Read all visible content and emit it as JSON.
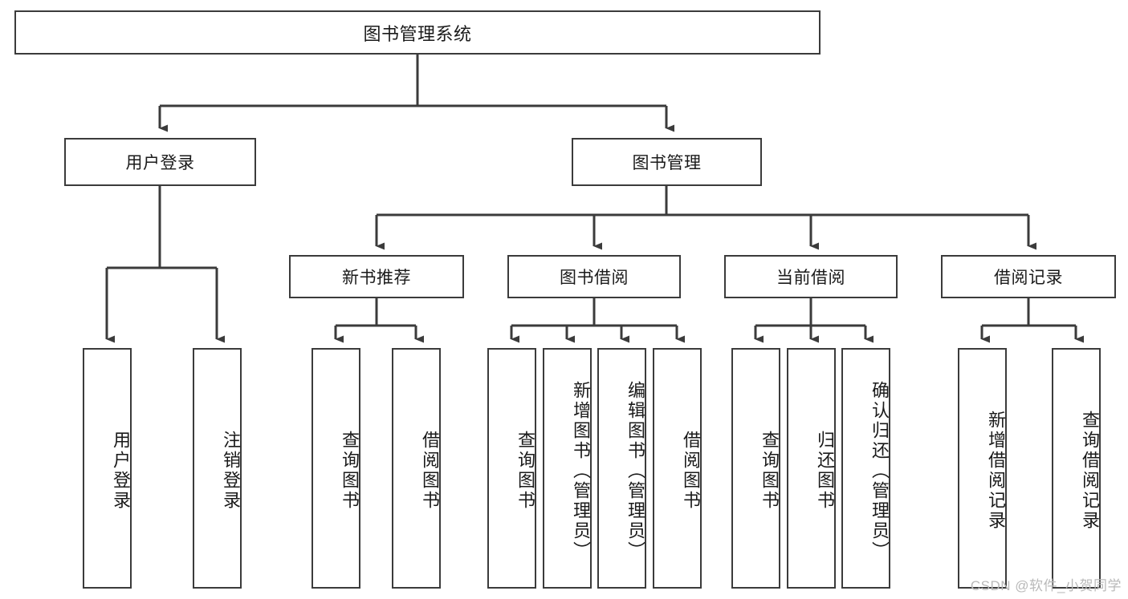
{
  "diagram": {
    "title": "图书管理系统",
    "root": {
      "label": "图书管理系统"
    },
    "level2": [
      {
        "label": "用户登录"
      },
      {
        "label": "图书管理"
      }
    ],
    "level3": [
      {
        "label": "新书推荐"
      },
      {
        "label": "图书借阅"
      },
      {
        "label": "当前借阅"
      },
      {
        "label": "借阅记录"
      }
    ],
    "leaves": {
      "user_login": [
        {
          "label": "用户登录"
        },
        {
          "label": "注销登录"
        }
      ],
      "new_book_recommend": [
        {
          "label": "查询图书"
        },
        {
          "label": "借阅图书"
        }
      ],
      "book_borrow": [
        {
          "label": "查询图书"
        },
        {
          "label": "新增图书（管理员）"
        },
        {
          "label": "编辑图书（管理员）"
        },
        {
          "label": "借阅图书"
        }
      ],
      "current_borrow": [
        {
          "label": "查询图书"
        },
        {
          "label": "归还图书"
        },
        {
          "label": "确认归还（管理员）"
        }
      ],
      "borrow_record": [
        {
          "label": "新增借阅记录"
        },
        {
          "label": "查询借阅记录"
        }
      ]
    }
  },
  "watermark": {
    "text": "CSDN @软件_小贺同学"
  },
  "colors": {
    "stroke": "#3b3b3b",
    "text": "#1a1a1a",
    "background": "#ffffff",
    "watermark": "#b9b9b9"
  }
}
